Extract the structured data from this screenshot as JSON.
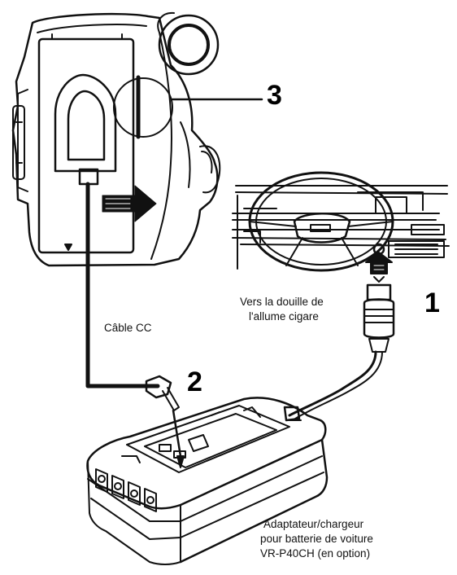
{
  "callouts": {
    "n1": "1",
    "n2": "2",
    "n3": "3"
  },
  "labels": {
    "cigar_socket_line1": "Vers la douille de",
    "cigar_socket_line2": "l'allume cigare",
    "dc_cable": "Câble CC",
    "adapter_line1": "Adaptateur/chargeur",
    "adapter_line2": "pour batterie de voiture",
    "adapter_line3": "VR-P40CH (en option)"
  },
  "colors": {
    "ink": "#111111",
    "paper": "#ffffff"
  }
}
